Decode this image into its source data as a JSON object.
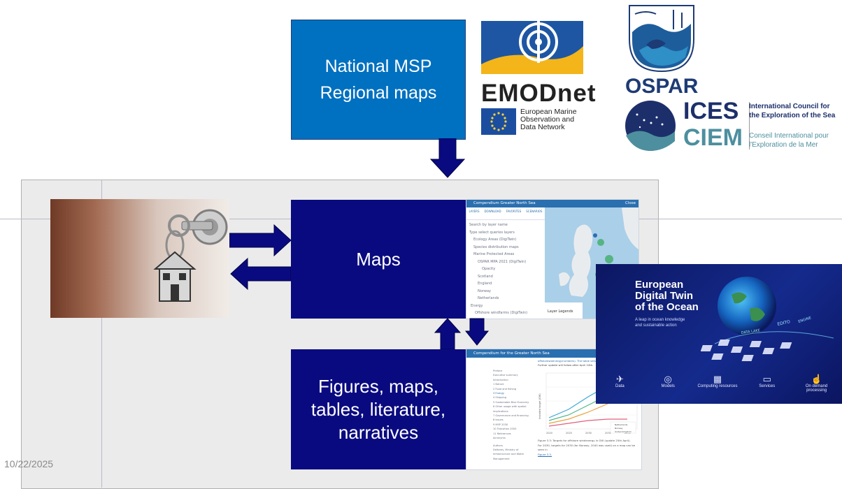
{
  "slide": {
    "date": "10/22/2025"
  },
  "boxes": {
    "msp_line1": "National MSP",
    "msp_line2": "Regional maps",
    "maps": "Maps",
    "figures_line1": "Figures, maps,",
    "figures_line2": "tables, literature,",
    "figures_line3": "narratives"
  },
  "logos": {
    "emodnet_name": "EMODnet",
    "emodnet_sub1": "European Marine",
    "emodnet_sub2": "Observation and",
    "emodnet_sub3": "Data Network",
    "ospar_name": "OSPAR",
    "ices_name": "ICES",
    "ciem_name": "CIEM",
    "ices_en1": "International Council for",
    "ices_en2": "the Exploration of the Sea",
    "ices_fr1": "Conseil International pour",
    "ices_fr2": "l'Exploration de la Mer"
  },
  "map_viewer": {
    "title": "Compendium Greater North Sea",
    "close": "Close",
    "tabs": [
      "LAYERS",
      "DOWNLOAD",
      "FAVORITES",
      "SCENARIOS"
    ],
    "search_hint": "Search by layer name",
    "filter_hint": "Type select queries layers",
    "layers": [
      "Ecology Areas (DigiTwin)",
      "Species distribution maps",
      "Marine Protected Areas",
      "OSPAR MPA 2021 (DigiTwin)",
      "Opacity",
      "Scotland",
      "England",
      "Norway",
      "Netherlands",
      "Energy",
      "Offshore windfarms (DigiTwin)"
    ],
    "legend": "Layer Legends"
  },
  "compendium": {
    "title": "Compendium for the Greater North Sea",
    "toc": [
      "Preface",
      "Executive summary",
      "Introduction",
      "1 Nature",
      "2 Food and fishing",
      "3 Energy",
      "4 Shipping",
      "5 Sustainable Blue Economy",
      "6 Other usage with spatial",
      "implications",
      "7 Governance and financing",
      "8 Issues",
      "9 MSP 2030",
      "10 Transition 2050",
      "11 References",
      "Acronyms",
      "Authors",
      "Deltares, Ministry of",
      "Infrastructure and Water",
      "Management"
    ],
    "text_line1": "offshorewoenergy/numbers). The table sets",
    "text_line2": "Further update will follow after April 24th.",
    "caption": "Figure 3.3: Targets for offshore windenergy in GW (update 25th April).",
    "para": "For 2030, targets for 2030 (for Norway, 2040 was used) on a map can be seen in",
    "link": "Figure 3.3.",
    "chart_ylabel": "Installed target (GW)",
    "chart_years": [
      "2020",
      "2025",
      "2030",
      "2035",
      "2040"
    ],
    "legend": [
      "Netherlands",
      "Norway",
      "United Kingdom"
    ]
  },
  "dto": {
    "title1": "European",
    "title2": "Digital Twin",
    "title3": "of the Ocean",
    "sub1": "A leap in ocean knowledge",
    "sub2": "and sustainable action",
    "arc1": "EDITO",
    "arc2": "DATA LAKE",
    "arc3": "ENGINE",
    "icons": [
      "Data",
      "Models",
      "Computing resources",
      "Services",
      "On demand processing"
    ]
  },
  "colors": {
    "msp_box": "#0070c0",
    "navy_box": "#0a0a80",
    "frame_bg": "#ebebeb",
    "dto_bg": "#142a8c",
    "emodnet_yellow": "#f3b51a",
    "emodnet_blue": "#1e56a3",
    "ices_teal": "#4d8f9e"
  }
}
